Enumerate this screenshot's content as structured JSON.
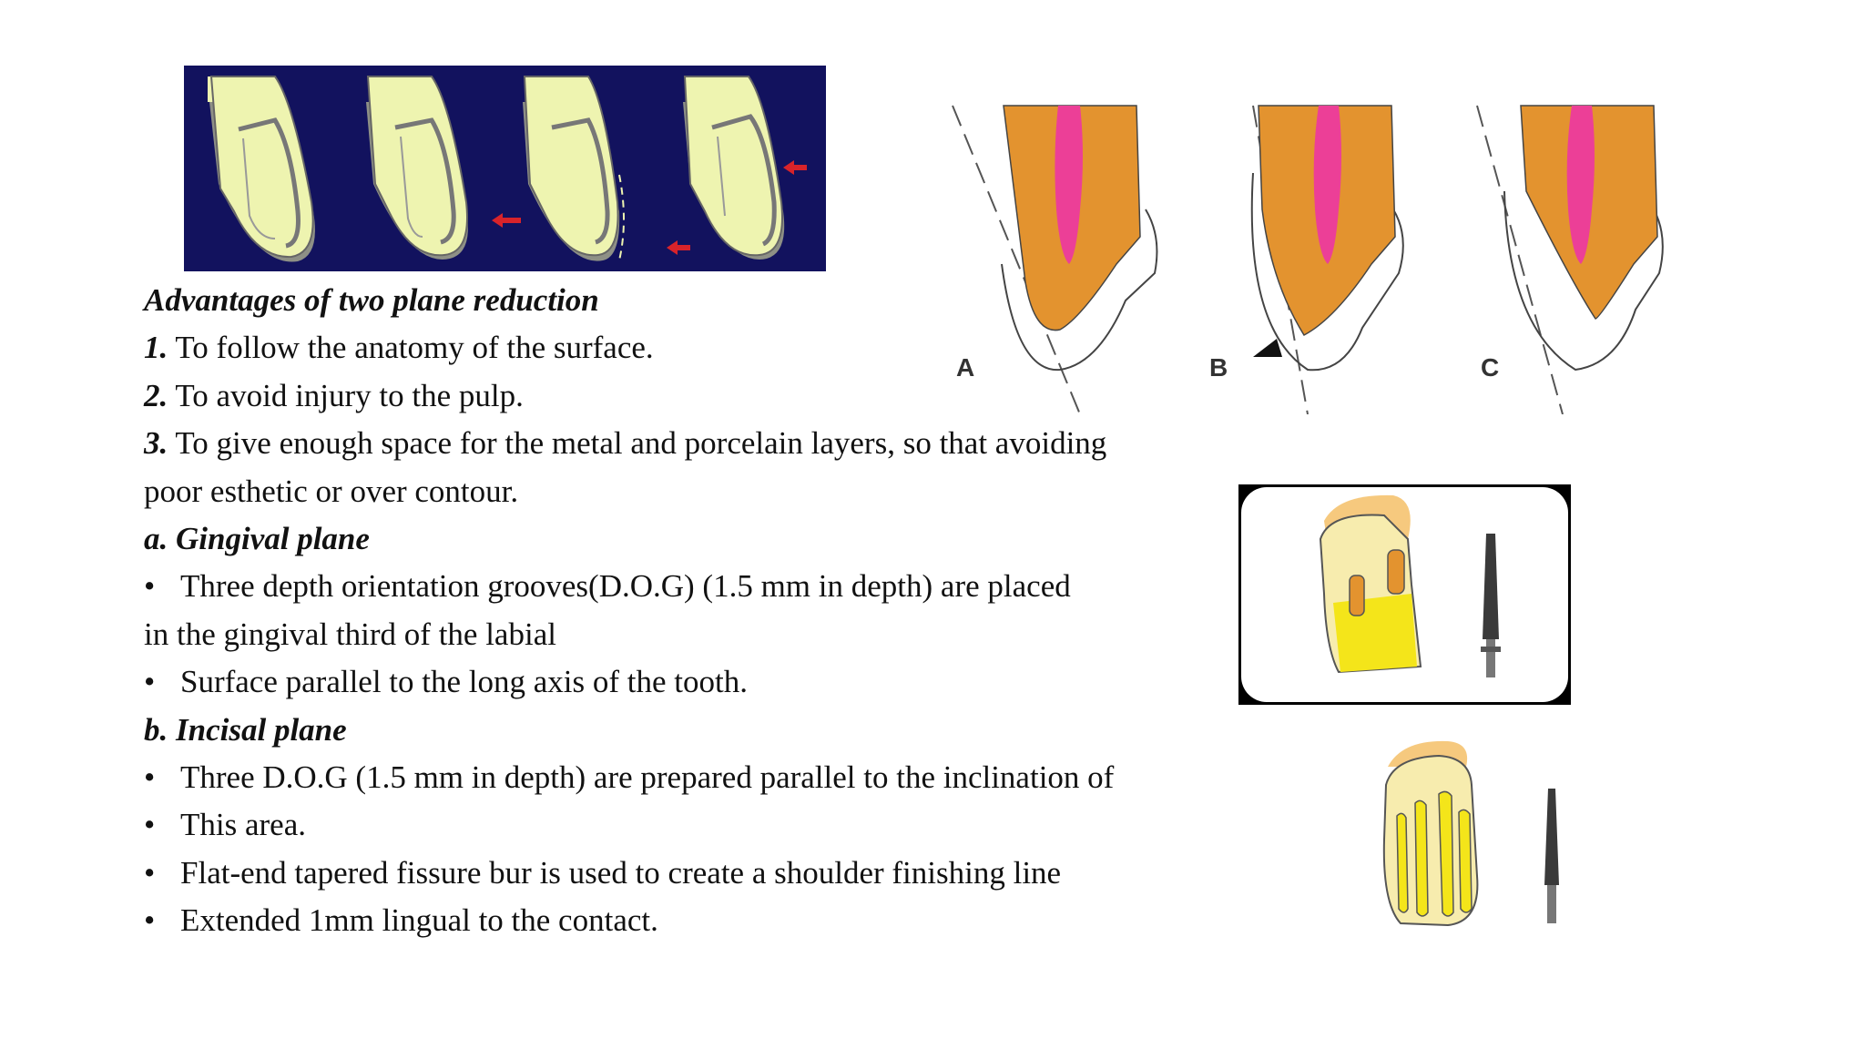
{
  "title": "Advantages of two plane reduction",
  "advantages": [
    {
      "num": "1.",
      "text": "To follow the anatomy of the surface."
    },
    {
      "num": "2.",
      "text": "To avoid injury to the pulp."
    },
    {
      "num": "3.",
      "text": "To give enough space for the metal and porcelain layers, so that avoiding"
    }
  ],
  "advantage_continuation": "poor esthetic or over contour.",
  "gingival": {
    "heading": "a. Gingival plane",
    "bullet1": "Three depth orientation grooves(D.O.G) (1.5 mm in depth) are placed",
    "bullet1_cont": "in the gingival third of the labial",
    "bullet2": "Surface parallel to the long axis of the tooth."
  },
  "incisal": {
    "heading": "b. Incisal plane",
    "bullets": [
      "Three D.O.G (1.5 mm in depth) are prepared parallel to the inclination of",
      "This area.",
      "Flat-end tapered fissure bur is used to create a shoulder finishing line",
      "Extended 1mm lingual to the contact."
    ]
  },
  "bullet_symbol": "•",
  "figure_labels": {
    "a": "A",
    "b": "B",
    "c": "C"
  },
  "colors": {
    "panel_navy": "#12125e",
    "tooth_pale": "#eef4b0",
    "dentin_orange": "#e3932f",
    "pulp_pink": "#ec3f97",
    "groove_yellow": "#f4e51a",
    "enamel_peach": "#f6c97e",
    "arrow_red": "#d8232a"
  },
  "icons": [
    "arrow-red-icon",
    "arrow-black-icon",
    "bur-icon"
  ]
}
